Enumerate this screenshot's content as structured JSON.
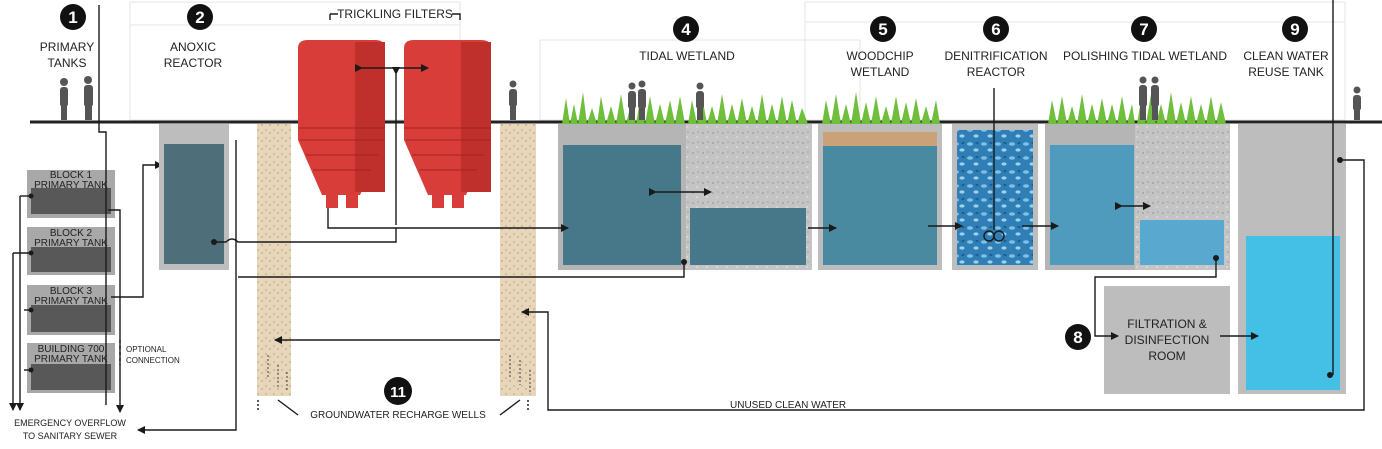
{
  "steps": [
    {
      "num": "1",
      "line1": "PRIMARY",
      "line2": "TANKS"
    },
    {
      "num": "2",
      "line1": "ANOXIC",
      "line2": "REACTOR"
    },
    {
      "num": "4",
      "line1": "TIDAL WETLAND",
      "line2": ""
    },
    {
      "num": "5",
      "line1": "WOODCHIP",
      "line2": "WETLAND"
    },
    {
      "num": "6",
      "line1": "DENITRIFICATION",
      "line2": "REACTOR"
    },
    {
      "num": "7",
      "line1": "POLISHING TIDAL WETLAND",
      "line2": ""
    },
    {
      "num": "9",
      "line1": "CLEAN WATER",
      "line2": "REUSE TANK"
    },
    {
      "num": "8",
      "line1": "FILTRATION &",
      "line2": "DISINFECTION",
      "line3": "ROOM"
    },
    {
      "num": "11",
      "line1": "GROUNDWATER RECHARGE WELLS",
      "line2": ""
    }
  ],
  "trickling_filters": "TRICKLING FILTERS",
  "primary_tanks": [
    {
      "line1": "BLOCK 1",
      "line2": "PRIMARY TANK"
    },
    {
      "line1": "BLOCK 2",
      "line2": "PRIMARY TANK"
    },
    {
      "line1": "BLOCK 3",
      "line2": "PRIMARY TANK"
    },
    {
      "line1": "BUILDING 700",
      "line2": "PRIMARY TANK"
    }
  ],
  "optional_connection": {
    "line1": "OPTIONAL",
    "line2": "CONNECTION"
  },
  "emergency_overflow": {
    "line1": "EMERGENCY OVERFLOW",
    "line2": "TO SANITARY SEWER"
  },
  "unused_clean_water": "UNUSED CLEAN WATER",
  "colors": {
    "red_filter": "#d93d3a",
    "dark_water": "#4d7584",
    "wetland_water": "#4a8aa0",
    "light_water": "#5aaed0",
    "reuse_water": "#44c0e6",
    "gravel": "#c2c2c2",
    "sand": "#e8d7bc",
    "grass": "#6fbe3c"
  }
}
